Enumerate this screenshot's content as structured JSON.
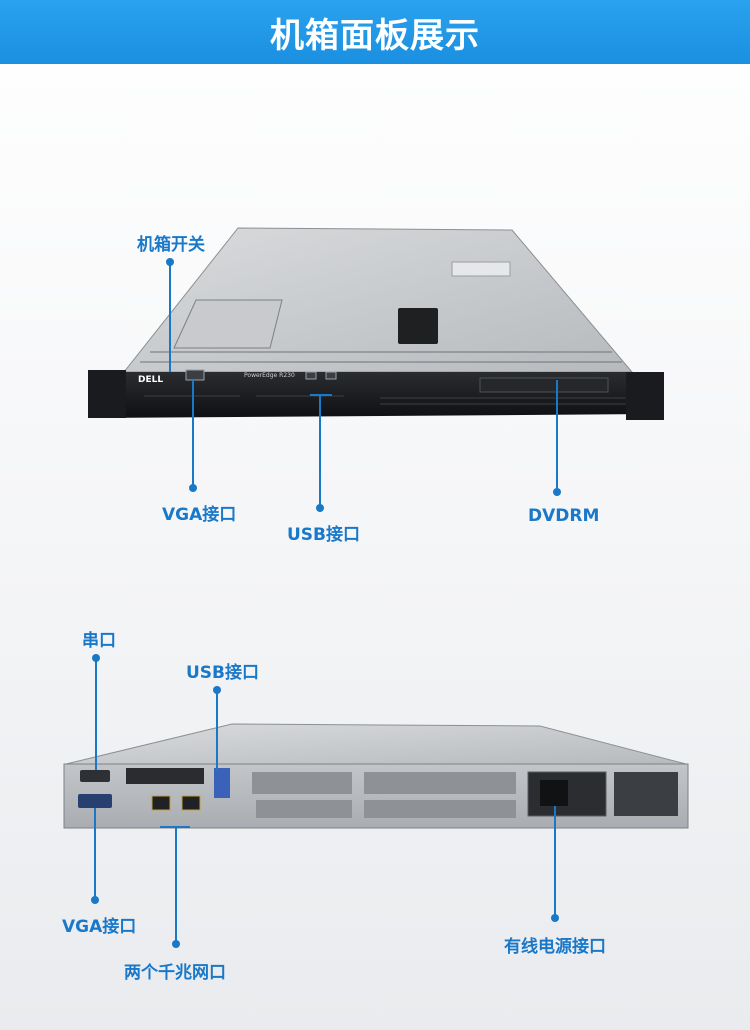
{
  "title": "机箱面板展示",
  "front_labels": {
    "power": "机箱开关",
    "vga": "VGA接口",
    "usb": "USB接口",
    "dvdrm": "DVDRM"
  },
  "rear_labels": {
    "serial": "串口",
    "usb": "USB接口",
    "vga": "VGA接口",
    "nic": "两个千兆网口",
    "power": "有线电源接口"
  },
  "server_text": {
    "brand": "DELL",
    "model": "PowerEdge R230"
  },
  "colors": {
    "banner": "#1b8fe0",
    "callout": "#1a78c8"
  }
}
